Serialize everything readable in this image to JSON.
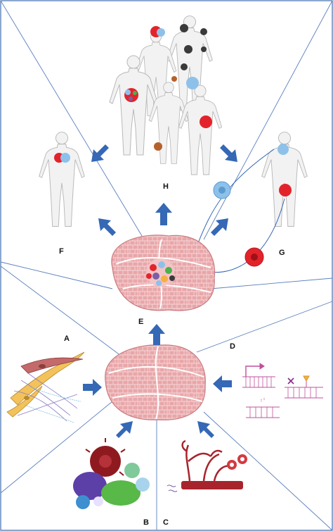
{
  "panels": {
    "A": "A",
    "B": "B",
    "C": "C",
    "D": "D",
    "E": "E",
    "F": "F",
    "G": "G",
    "H": "H"
  },
  "colors": {
    "border": "#3f6fb0",
    "arrow": "#3568b5",
    "tissue": "#e8a6a9",
    "tissue_cell": "#f3c4c6",
    "tissue_line": "#c97a80",
    "body_fill": "#f2f2f2",
    "body_stroke": "#b8b8b8",
    "tumor_red": "#e3232b",
    "tumor_blue": "#8ec1ea",
    "tumor_black": "#3a3a3a",
    "tumor_brown": "#b5622a",
    "vessel_red": "#a8242c",
    "dna_pink": "#c0509c"
  },
  "icons": {
    "fibroblast": "fibroblast-cells-icon",
    "immune": "immune-cells-icon",
    "vessel": "blood-vessel-icon",
    "epigenetic": "dna-epigenetic-icon"
  }
}
